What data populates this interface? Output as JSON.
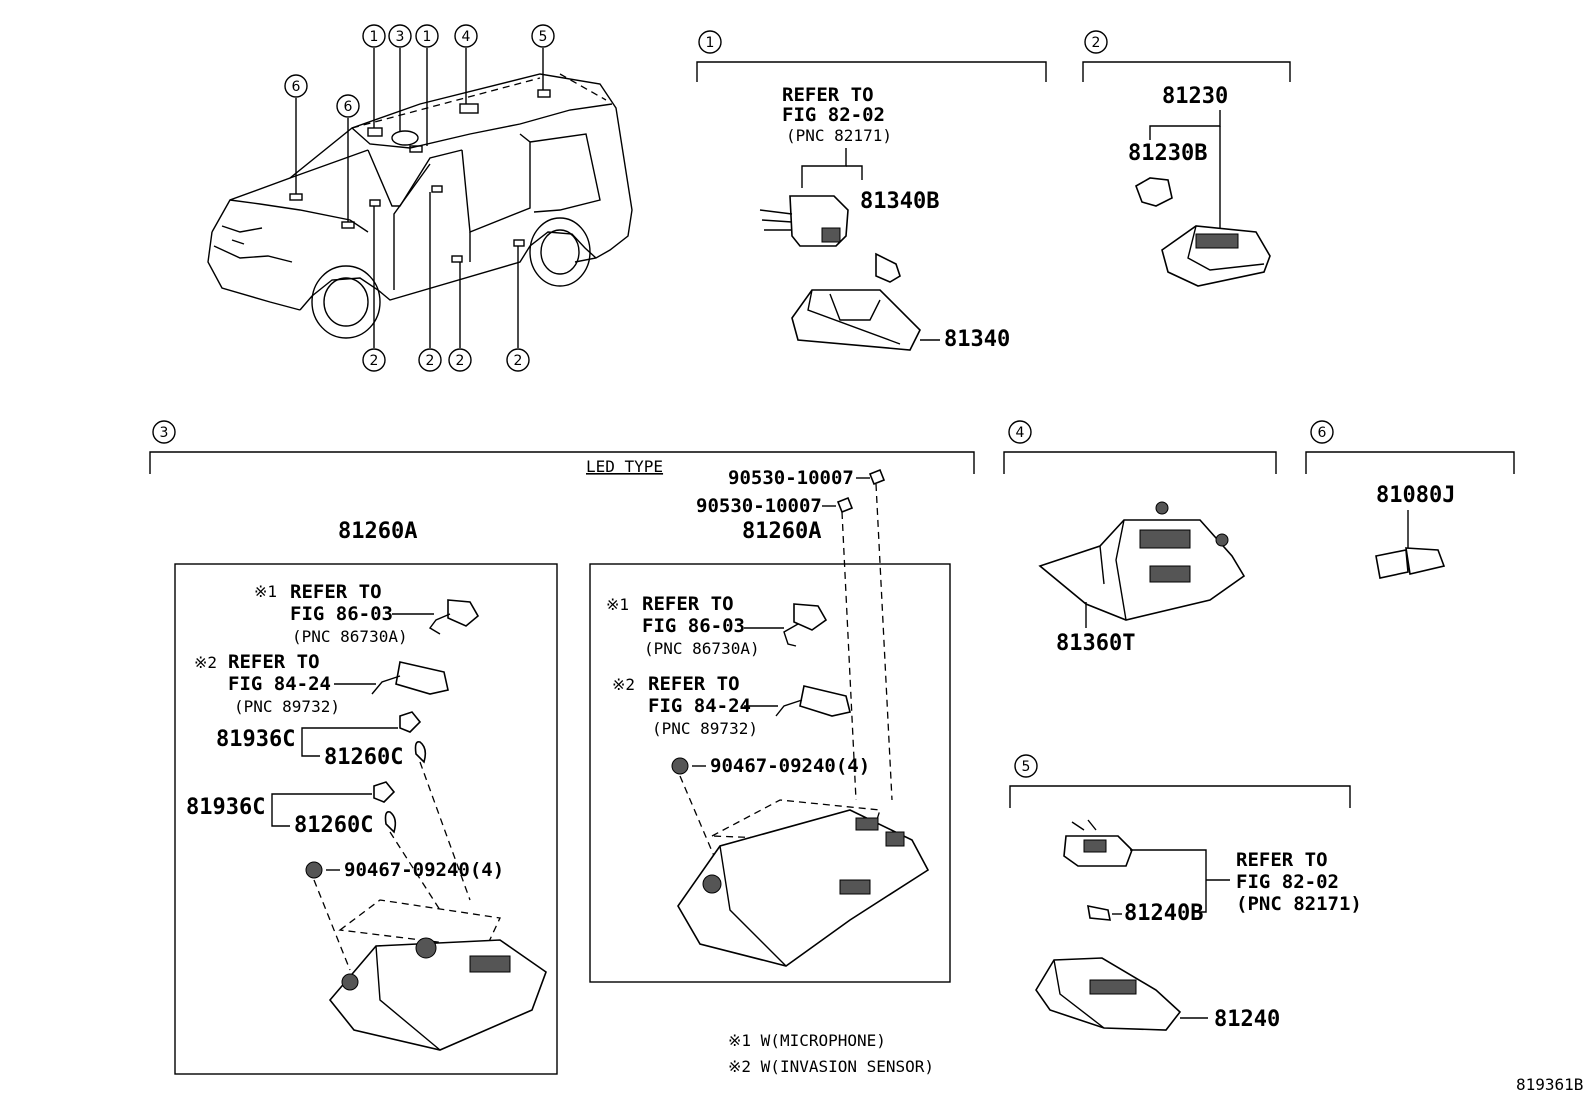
{
  "figure_id": "819361B",
  "callouts": {
    "c1": "1",
    "c2": "2",
    "c3": "3",
    "c4": "4",
    "c5": "5",
    "c6": "6"
  },
  "section1": {
    "refer_to": "REFER TO",
    "fig": "FIG 82-02",
    "pnc": "(PNC 82171)",
    "part_bulb": "81340B",
    "part_lamp": "81340"
  },
  "section2": {
    "part_lamp": "81230",
    "part_bulb": "81230B"
  },
  "section3": {
    "led_type": "LED TYPE",
    "left": {
      "assembly": "81260A",
      "ref1_mark": "※1",
      "ref1_refer": "REFER TO",
      "ref1_fig": "FIG 86-03",
      "ref1_pnc": "(PNC 86730A)",
      "ref2_mark": "※2",
      "ref2_refer": "REFER TO",
      "ref2_fig": "FIG 84-24",
      "ref2_pnc": "(PNC 89732)",
      "socket_a": "81936C",
      "bulb_a": "81260C",
      "socket_b": "81936C",
      "bulb_b": "81260C",
      "screw": "90467-09240(4)"
    },
    "right": {
      "assembly": "81260A",
      "clip_a": "90530-10007",
      "clip_b": "90530-10007",
      "ref1_mark": "※1",
      "ref1_refer": "REFER TO",
      "ref1_fig": "FIG 86-03",
      "ref1_pnc": "(PNC 86730A)",
      "ref2_mark": "※2",
      "ref2_refer": "REFER TO",
      "ref2_fig": "FIG 84-24",
      "ref2_pnc": "(PNC 89732)",
      "screw": "90467-09240(4)"
    },
    "notes": {
      "note1": "※1 W(MICROPHONE)",
      "note2": "※2 W(INVASION SENSOR)"
    }
  },
  "section4": {
    "part": "81360T"
  },
  "section5": {
    "refer_to": "REFER TO",
    "fig": "FIG 82-02",
    "pnc": "(PNC 82171)",
    "part_bulb": "81240B",
    "part_lamp": "81240"
  },
  "section6": {
    "part": "81080J"
  }
}
